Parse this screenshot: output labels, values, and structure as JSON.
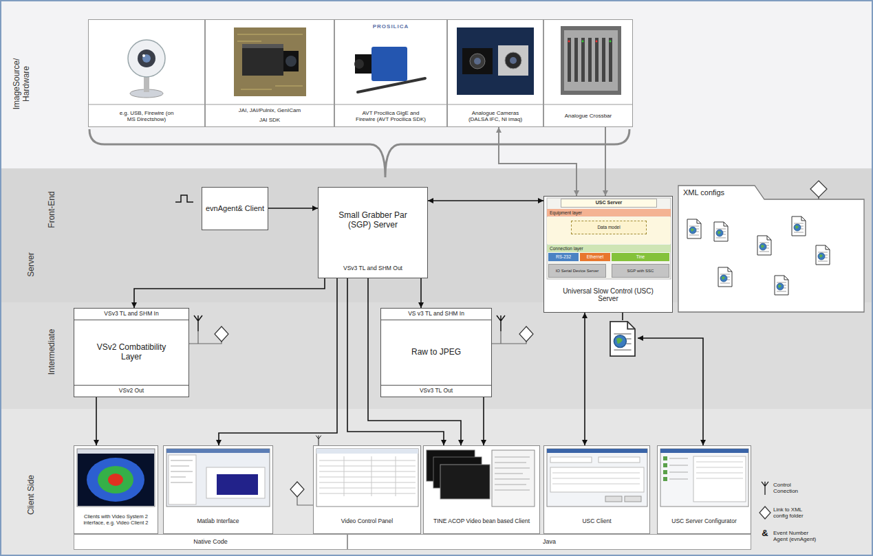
{
  "diagram": {
    "nodes": [
      {
        "text": [
          "e.g. USB, Firewire (on MS Directshow)"
        ]
      },
      {
        "text": [
          "JAI, JAI/Pulnix, GenICam",
          "JAI SDK"
        ]
      },
      {
        "text": [
          "PROSILICA",
          "AVT Procilica GigE and Firewire (AVT Procilica SDK)"
        ]
      },
      {
        "text": [
          "Analogue Cameras (DALSA IFC, NI imaq)"
        ]
      },
      {
        "text": [
          "Analogue Crossbar"
        ]
      },
      {
        "text": [
          "evnAgent& Client"
        ]
      },
      {
        "text": [
          "Small Grabber Par (SGP) Server",
          "VSv3 TL and SHM Out"
        ]
      },
      {
        "text": [
          "Universal Slow Control (USC) Server"
        ]
      },
      {
        "text": [
          "USC Server"
        ],
        "in": 7
      },
      {
        "text": [
          "Equipment layer"
        ],
        "in": 7
      },
      {
        "text": [
          "Data model"
        ],
        "in": 7
      },
      {
        "text": [
          "Connection layer"
        ],
        "in": 7
      },
      {
        "text": [
          "RS-232"
        ],
        "in": 7
      },
      {
        "text": [
          "Ethernet"
        ],
        "in": 7
      },
      {
        "text": [
          "Tine"
        ],
        "in": 7
      },
      {
        "text": [
          "IO Serial Device Server"
        ],
        "in": 7
      },
      {
        "text": [
          "SGP with SSC"
        ],
        "in": 7
      },
      {
        "text": [
          "XML configs"
        ]
      },
      {
        "text": [
          "VSv3 TL and SHM In",
          "VSv2 Combatibility Layer",
          "VSv2 Out"
        ]
      },
      {
        "text": [
          "VS v3 TL and SHM In",
          "Raw to JPEG",
          "VSv3 TL Out"
        ]
      },
      {
        "text": [
          "Clients with Video System 2 interface, e.g. Video Client 2"
        ]
      },
      {
        "text": [
          "Matlab Interface"
        ]
      },
      {
        "text": [
          "Video Control Panel"
        ]
      },
      {
        "text": [
          "TINE ACOP Video bean based Client"
        ]
      },
      {
        "text": [
          "USC Client"
        ]
      },
      {
        "text": [
          "USC Server Configurator"
        ]
      },
      {
        "text": [
          "Native Code"
        ]
      },
      {
        "text": [
          "Java"
        ]
      }
    ],
    "edges": [
      {
        "from": 5,
        "to": 6,
        "arrow": "to"
      },
      {
        "from": 6,
        "to": 7,
        "arrow": "both"
      },
      {
        "from": 3,
        "to": 7,
        "arrow": "both"
      },
      {
        "from": 4,
        "to": 7,
        "arrow": "to"
      },
      {
        "from": 6,
        "to": 18,
        "arrow": "to"
      },
      {
        "from": 6,
        "to": 19,
        "arrow": "to"
      },
      {
        "from": 6,
        "to": 21,
        "arrow": "to"
      },
      {
        "from": 6,
        "to": 23,
        "arrow": "to"
      },
      {
        "from": 6,
        "to": 23,
        "arrow": "to"
      },
      {
        "from": 19,
        "to": 23,
        "arrow": "to"
      },
      {
        "from": 18,
        "to": 20,
        "arrow": "to"
      },
      {
        "from": 7,
        "to": 24,
        "arrow": "both"
      }
    ],
    "labels": [
      "ImageSource/ Hardware",
      "Front-End",
      "Server",
      "Intermediate",
      "Client Side",
      "&"
    ],
    "legend": [
      {
        "text": "Control Conection"
      },
      {
        "text": "Link to XML config folder"
      },
      {
        "text": "Event Number Agent (evnAgent)"
      }
    ]
  }
}
